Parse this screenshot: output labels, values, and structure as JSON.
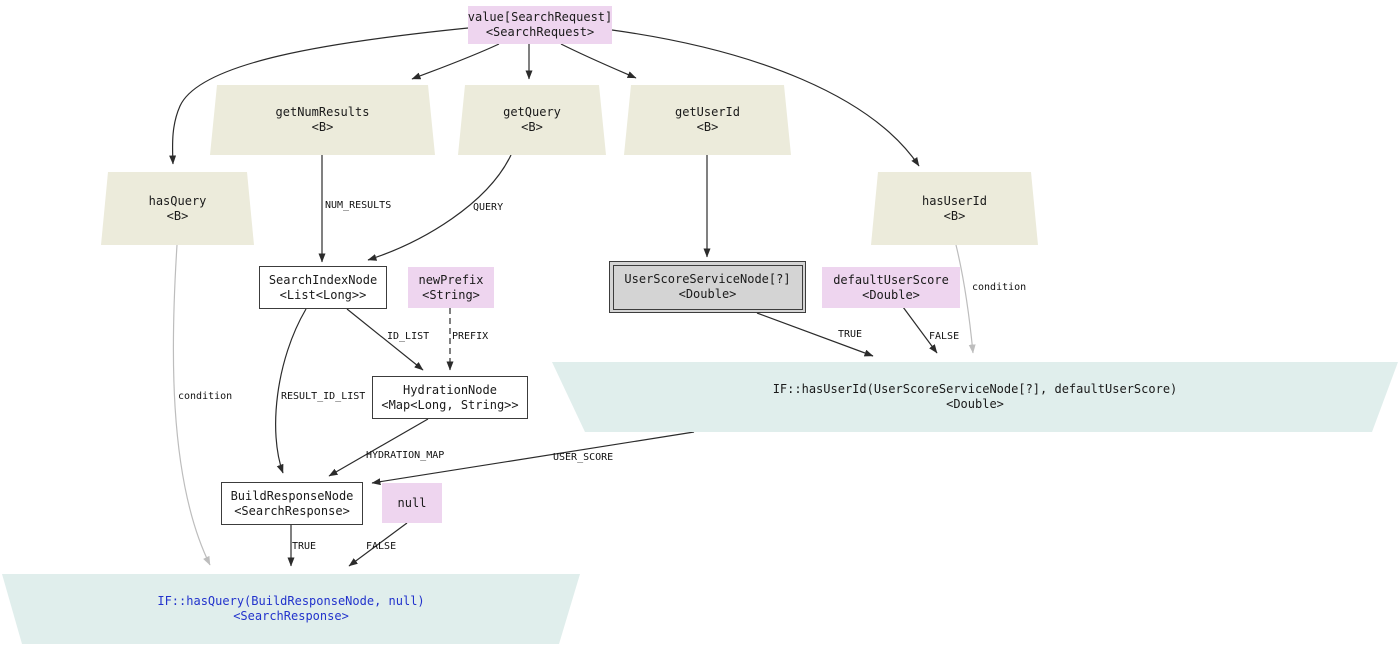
{
  "diagram": {
    "nodes": {
      "value_search_request": {
        "label": "value[SearchRequest]",
        "type": "<SearchRequest>"
      },
      "get_num_results": {
        "label": "getNumResults",
        "type": "<B>"
      },
      "get_query": {
        "label": "getQuery",
        "type": "<B>"
      },
      "get_user_id": {
        "label": "getUserId",
        "type": "<B>"
      },
      "has_query": {
        "label": "hasQuery",
        "type": "<B>"
      },
      "has_user_id": {
        "label": "hasUserId",
        "type": "<B>"
      },
      "search_index_node": {
        "label": "SearchIndexNode",
        "type": "<List<Long>>"
      },
      "new_prefix": {
        "label": "newPrefix",
        "type": "<String>"
      },
      "user_score_service_node": {
        "label": "UserScoreServiceNode[?]",
        "type": "<Double>"
      },
      "default_user_score": {
        "label": "defaultUserScore",
        "type": "<Double>"
      },
      "hydration_node": {
        "label": "HydrationNode",
        "type": "<Map<Long, String>>"
      },
      "if_has_user_id": {
        "label": "IF::hasUserId(UserScoreServiceNode[?], defaultUserScore)",
        "type": "<Double>"
      },
      "build_response_node": {
        "label": "BuildResponseNode",
        "type": "<SearchResponse>"
      },
      "null_node": {
        "label": "null"
      },
      "if_has_query": {
        "label": "IF::hasQuery(BuildResponseNode, null)",
        "type": "<SearchResponse>"
      }
    },
    "edge_labels": {
      "num_results": "NUM_RESULTS",
      "query": "QUERY",
      "condition_has_query": "condition",
      "result_id_list": "RESULT_ID_LIST",
      "id_list": "ID_LIST",
      "prefix": "PREFIX",
      "condition_has_user_id": "condition",
      "true_user_score": "TRUE",
      "false_user_score": "FALSE",
      "hydration_map": "HYDRATION_MAP",
      "user_score": "USER_SCORE",
      "true_build_response": "TRUE",
      "false_build_response": "FALSE"
    },
    "colors": {
      "value_node_fill": "#eed5ef",
      "producer_node_fill": "#ecebdb",
      "service_node_fill": "#d4d4d4",
      "if_node_fill": "#e0eeec",
      "plain_node_fill": "#ffffff",
      "if_query_text_blue": "#2233cc",
      "edge_black": "#2b2b2b",
      "edge_gray": "#bdbdbd"
    }
  }
}
